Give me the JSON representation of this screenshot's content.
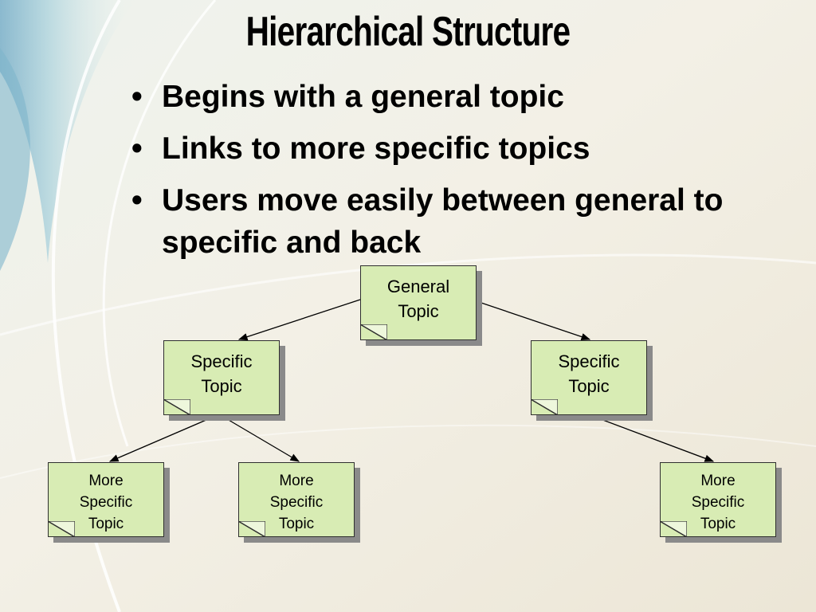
{
  "slide": {
    "title": "Hierarchical Structure",
    "bullets": [
      "Begins with a general topic",
      "Links to more specific topics",
      "Users move easily between general to specific and back"
    ]
  },
  "diagram": {
    "nodes": [
      {
        "id": "general",
        "label_lines": [
          "General",
          "Topic"
        ]
      },
      {
        "id": "specific-left",
        "label_lines": [
          "Specific",
          "Topic"
        ]
      },
      {
        "id": "specific-right",
        "label_lines": [
          "Specific",
          "Topic"
        ]
      },
      {
        "id": "more-specific-1",
        "label_lines": [
          "More",
          "Specific",
          "Topic"
        ]
      },
      {
        "id": "more-specific-2",
        "label_lines": [
          "More",
          "Specific",
          "Topic"
        ]
      },
      {
        "id": "more-specific-3",
        "label_lines": [
          "More",
          "Specific",
          "Topic"
        ]
      }
    ],
    "edges": [
      {
        "from": "general",
        "to": "specific-left"
      },
      {
        "from": "general",
        "to": "specific-right"
      },
      {
        "from": "specific-left",
        "to": "more-specific-1"
      },
      {
        "from": "specific-left",
        "to": "more-specific-2"
      },
      {
        "from": "specific-right",
        "to": "more-specific-3"
      }
    ]
  },
  "colors": {
    "node_fill": "#d8ecb4",
    "node_border": "#2f2f2f",
    "node_shadow": "#8a8a8a",
    "edge": "#000000"
  }
}
